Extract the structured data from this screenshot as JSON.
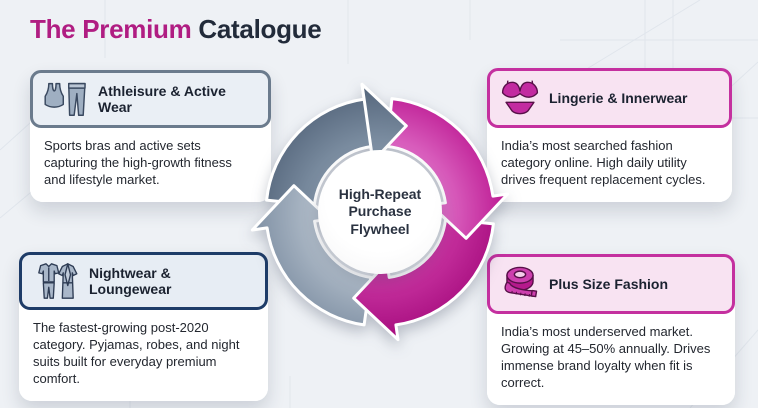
{
  "title": {
    "accent": "The Premium",
    "rest": "Catalogue"
  },
  "colors": {
    "background": "#eef1f5",
    "accent_magenta": "#b01d82",
    "dark_navy": "#222b3a",
    "card_border_slate": "#6b7b8d",
    "card_border_navy": "#1e3c68",
    "card_border_pink": "#c4309f",
    "header_bg_slate": "#eaeff5",
    "header_bg_pink": "#f8e3f2"
  },
  "flywheel": {
    "center_label": "High-Repeat Purchase Flywheel",
    "direction": "clockwise",
    "segments": [
      {
        "name": "top-gray",
        "start": 276,
        "end": 352,
        "tip": 17,
        "inner_color": "#8496a9",
        "outer_color": "#53647a"
      },
      {
        "name": "left-gray",
        "start": 188,
        "end": 262,
        "tip": 287,
        "inner_color": "#b6c1cd",
        "outer_color": "#7e8fa3"
      },
      {
        "name": "bottom-magenta",
        "start": 96,
        "end": 172,
        "tip": 197,
        "inner_color": "#ce3aa6",
        "outer_color": "#a50b7d"
      },
      {
        "name": "right-magenta",
        "start": 6,
        "end": 82,
        "tip": 107,
        "inner_color": "#e070c8",
        "outer_color": "#bb1690"
      }
    ]
  },
  "cards": [
    {
      "id": "athleisure",
      "icon": "athleisure-icon",
      "theme": "slate",
      "title": "Athleisure & Active Wear",
      "body": "Sports bras and active sets capturing the high-growth fitness and lifestyle market."
    },
    {
      "id": "lingerie",
      "icon": "lingerie-icon",
      "theme": "pink",
      "title": "Lingerie & Innerwear",
      "body": "India’s most searched fashion category online. High daily utility drives frequent replacement cycles."
    },
    {
      "id": "nightwear",
      "icon": "nightwear-icon",
      "theme": "navy",
      "title": "Nightwear & Loungewear",
      "body": "The fastest-growing post-2020 category. Pyjamas, robes, and night suits built for everyday premium comfort."
    },
    {
      "id": "plus-size",
      "icon": "measuring-tape-icon",
      "theme": "pink",
      "title": "Plus Size Fashion",
      "body": "India’s most underserved market. Growing at 45–50% annually. Drives immense brand loyalty when fit is correct."
    }
  ]
}
